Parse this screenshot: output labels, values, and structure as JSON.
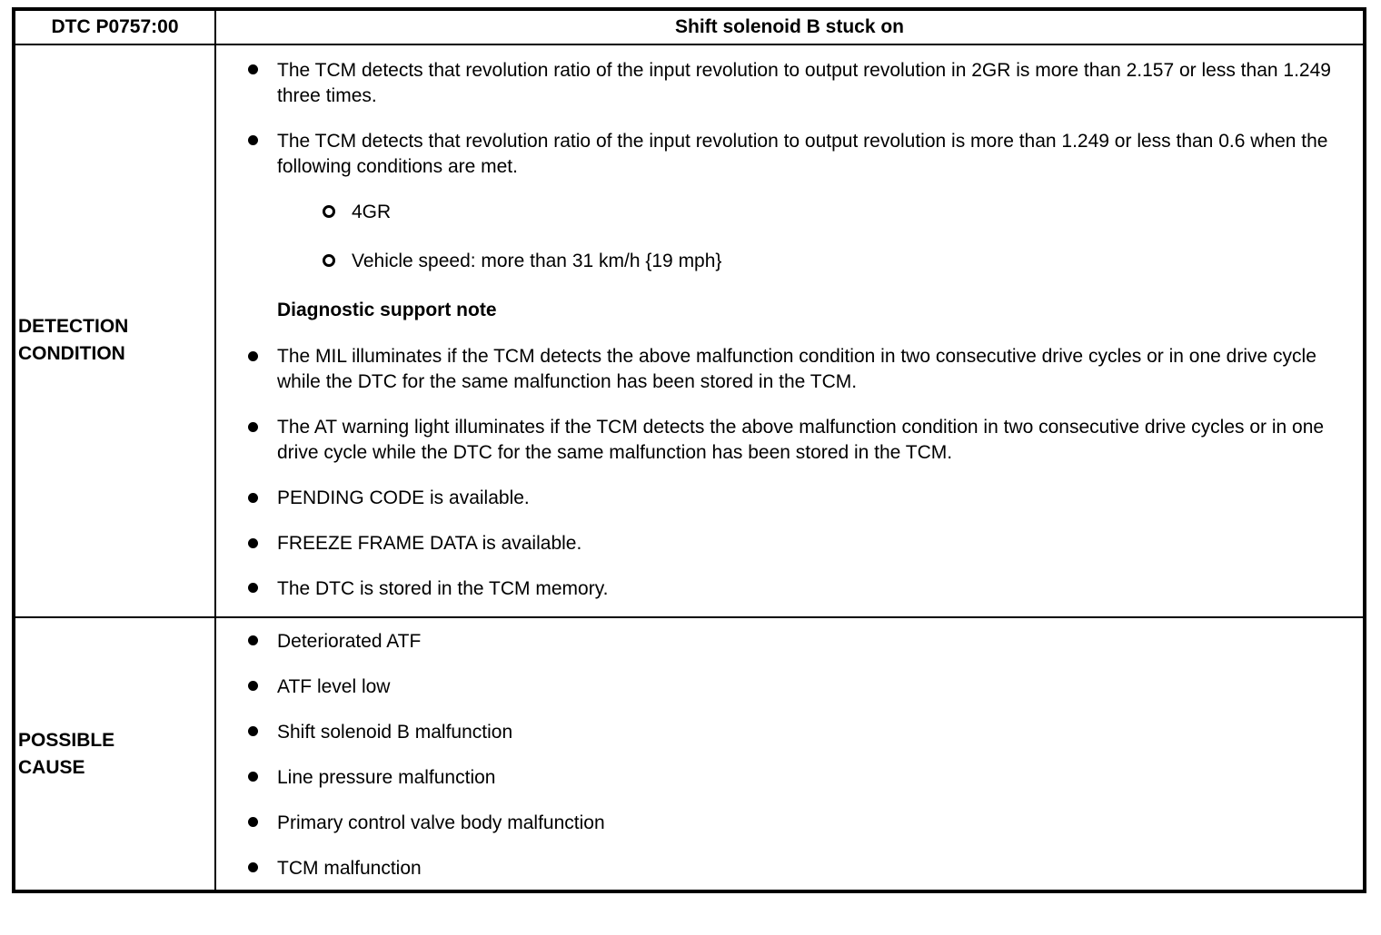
{
  "table": {
    "header": {
      "dtc_code": "DTC P0757:00",
      "fault_title": "Shift solenoid B stuck on"
    },
    "rows": [
      {
        "label": "DETECTION\nCONDITION",
        "items": [
          {
            "kind": "bullet",
            "text": "The TCM detects that revolution ratio of the input revolution to output revolution in 2GR is more than 2.157 or less than 1.249 three times."
          },
          {
            "kind": "bullet",
            "text": "The TCM detects that revolution ratio of the input revolution to output revolution is more than 1.249 or less than 0.6 when the following conditions are met."
          },
          {
            "kind": "subbullet",
            "text": "4GR"
          },
          {
            "kind": "subbullet",
            "text": "Vehicle speed: more than 31 km/h {19 mph}"
          },
          {
            "kind": "heading",
            "text": "Diagnostic support note"
          },
          {
            "kind": "bullet",
            "text": "The MIL illuminates if the TCM detects the above malfunction condition in two consecutive drive cycles or in one drive cycle while the DTC for the same malfunction has been stored in the TCM."
          },
          {
            "kind": "bullet",
            "text": "The AT warning light illuminates if the TCM detects the above malfunction condition in two consecutive drive cycles or in one drive cycle while the DTC for the same malfunction has been stored in the TCM."
          },
          {
            "kind": "bullet",
            "text": "PENDING CODE is available."
          },
          {
            "kind": "bullet",
            "text": "FREEZE FRAME DATA is available."
          },
          {
            "kind": "bullet",
            "text": "The DTC is stored in the TCM memory."
          }
        ]
      },
      {
        "label": "POSSIBLE\nCAUSE",
        "items": [
          {
            "kind": "bullet",
            "text": "Deteriorated ATF"
          },
          {
            "kind": "bullet",
            "text": "ATF level low"
          },
          {
            "kind": "bullet",
            "text": "Shift solenoid B malfunction"
          },
          {
            "kind": "bullet",
            "text": "Line pressure malfunction"
          },
          {
            "kind": "bullet",
            "text": "Primary control valve body malfunction"
          },
          {
            "kind": "bullet",
            "text": "TCM malfunction"
          }
        ]
      }
    ]
  },
  "colors": {
    "border": "#000000",
    "text": "#000000",
    "background": "#ffffff"
  }
}
